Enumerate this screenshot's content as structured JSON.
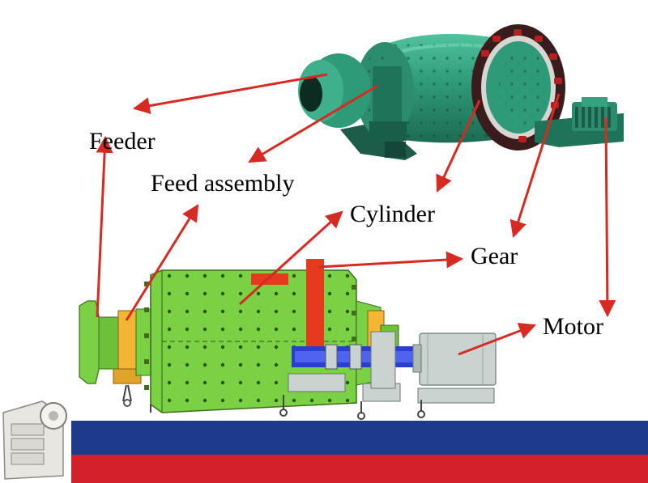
{
  "labels": {
    "feeder": "Feeder",
    "feed_assembly": "Feed assembly",
    "cylinder": "Cylinder",
    "gear": "Gear",
    "motor": "Motor"
  },
  "colors": {
    "arrow": "#d62a22",
    "mill_photo_green": "#2f9a78",
    "drawing_green": "#79d143",
    "gear_red": "#e63a1e",
    "feed_yellow": "#f2b534",
    "shaft_blue": "#2a3fd0",
    "motor_gray": "#c9d3cf",
    "band_blue": "#1e3a8a",
    "band_red": "#d4202a"
  },
  "icons": [
    "ball-mill-photo",
    "ball-mill-drawing",
    "jaw-crusher-logo"
  ]
}
